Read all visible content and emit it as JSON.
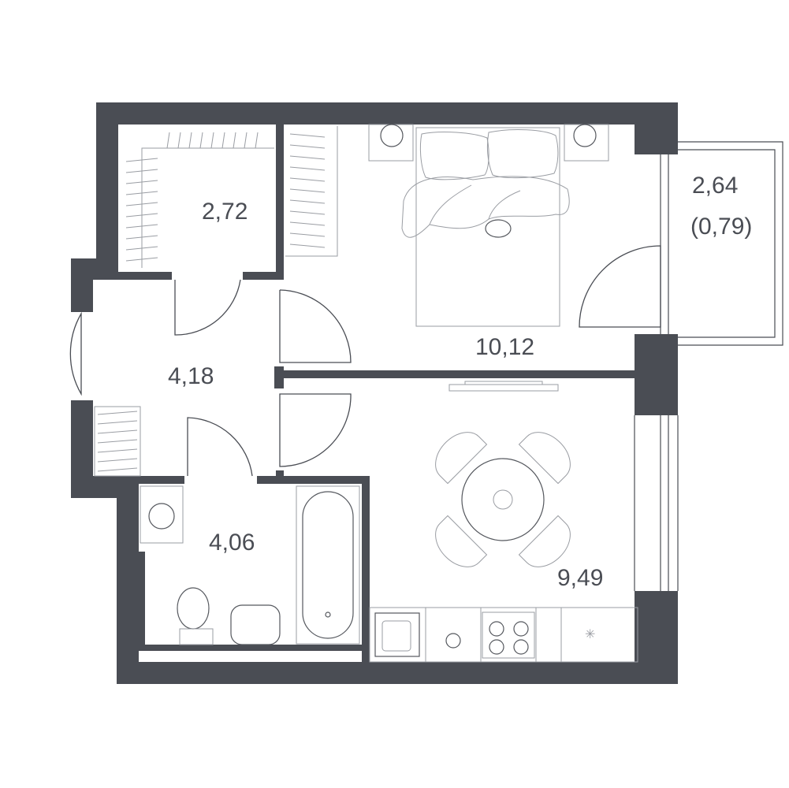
{
  "plan": {
    "rooms": [
      {
        "id": "wardrobe",
        "area": "2,72"
      },
      {
        "id": "bedroom",
        "area": "10,12"
      },
      {
        "id": "balcony",
        "area": "2,64",
        "sub_area": "(0,79)"
      },
      {
        "id": "hallway",
        "area": "4,18"
      },
      {
        "id": "bathroom",
        "area": "4,06"
      },
      {
        "id": "kitchen",
        "area": "9,49"
      }
    ],
    "colors": {
      "wall": "#4a4d54",
      "furniture": "#9a9da3",
      "background": "#ffffff"
    }
  }
}
